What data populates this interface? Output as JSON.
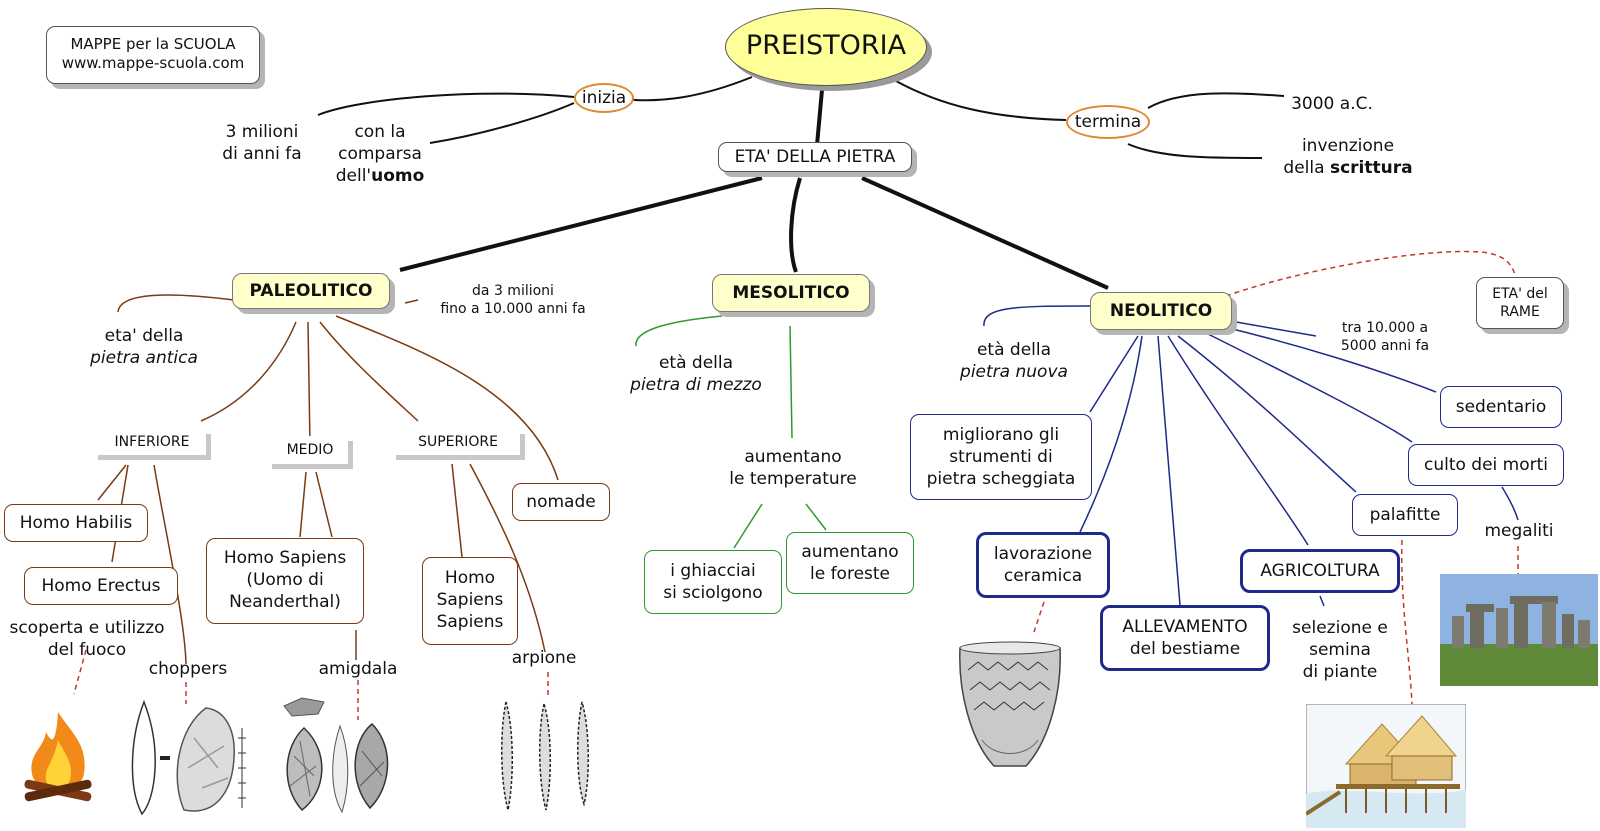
{
  "credit": {
    "line1": "MAPPE per la SCUOLA",
    "line2": "www.mappe-scuola.com"
  },
  "root": "PREISTORIA",
  "inizia": "inizia",
  "inizia_a": {
    "line1": "3 milioni",
    "line2": "di anni fa"
  },
  "inizia_b": {
    "line1": "con la",
    "line2": "comparsa",
    "line3_pre": "dell'",
    "line3_bold": "uomo"
  },
  "termina": "termina",
  "termina_a": "3000 a.C.",
  "termina_b": {
    "line1": "invenzione",
    "line2_pre": "della ",
    "line2_bold": "scrittura"
  },
  "eta_pietra": "ETA' DELLA PIETRA",
  "paleolitico": {
    "title": "PALEOLITICO",
    "date": {
      "line1": "da 3 milioni",
      "line2": "fino a 10.000 anni fa"
    },
    "desc": {
      "line1": "eta' della",
      "line2": "pietra antica"
    },
    "inferiore": "INFERIORE",
    "medio": "MEDIO",
    "superiore": "SUPERIORE",
    "nomade": "nomade",
    "homo_habilis": "Homo Habilis",
    "homo_erectus": "Homo Erectus",
    "fuoco": {
      "line1": "scoperta e utilizzo",
      "line2": "del fuoco"
    },
    "choppers": "choppers",
    "neanderthal": {
      "line1": "Homo Sapiens",
      "line2": "(Uomo di",
      "line3": "Neanderthal)"
    },
    "amigdala": "amigdala",
    "sapiens": {
      "line1": "Homo",
      "line2": "Sapiens",
      "line3": "Sapiens"
    },
    "arpione": "arpione"
  },
  "mesolitico": {
    "title": "MESOLITICO",
    "desc": {
      "line1": "età della",
      "line2": "pietra di mezzo"
    },
    "temp": {
      "line1": "aumentano",
      "line2": "le temperature"
    },
    "ghiacciai": {
      "line1": "i ghiacciai",
      "line2": "si sciolgono"
    },
    "foreste": {
      "line1": "aumentano",
      "line2": "le foreste"
    }
  },
  "neolitico": {
    "title": "NEOLITICO",
    "desc": {
      "line1": "età della",
      "line2": "pietra nuova"
    },
    "date": {
      "line1": "tra 10.000 a",
      "line2": "5000 anni fa"
    },
    "rame": {
      "line1": "ETA' del",
      "line2": "RAME"
    },
    "strumenti": {
      "line1": "migliorano gli",
      "line2": "strumenti di",
      "line3": "pietra scheggiata"
    },
    "ceramica": {
      "line1": "lavorazione",
      "line2": "ceramica"
    },
    "allevamento": {
      "line1": "ALLEVAMENTO",
      "line2": "del bestiame"
    },
    "agricoltura": "AGRICOLTURA",
    "selezione": {
      "line1": "selezione e",
      "line2": "semina",
      "line3": "di piante"
    },
    "palafitte": "palafitte",
    "sedentario": "sedentario",
    "culto": "culto dei morti",
    "megaliti": "megaliti"
  },
  "colors": {
    "brown": "#7a3b12",
    "green": "#2e9a2e",
    "blue": "#1e2a8a",
    "orange": "#e08a2e",
    "yellow": "#ffffcc",
    "red_dash": "#c0392b"
  }
}
